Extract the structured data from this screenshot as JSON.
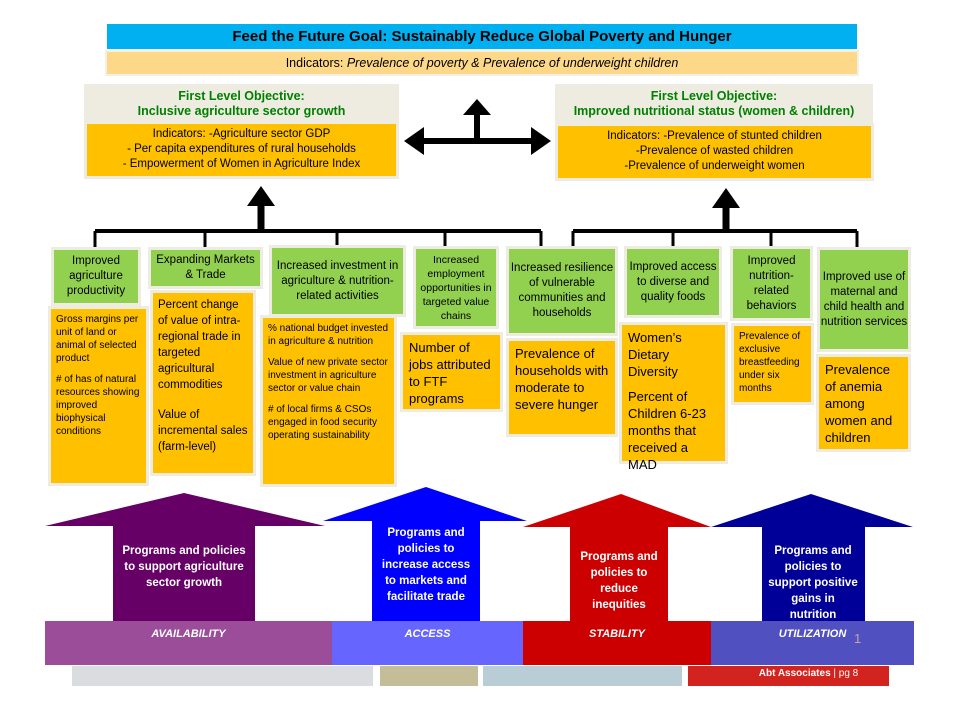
{
  "goal": {
    "title": "Feed the Future Goal: Sustainably Reduce Global Poverty and Hunger",
    "indicators_label": "Indicators:",
    "indicators_text": "Prevalence of poverty & Prevalence of underweight children"
  },
  "objectives": [
    {
      "title": "First Level Objective:",
      "subtitle": "Inclusive agriculture sector growth",
      "indicators": [
        "Indicators:      -Agriculture sector GDP",
        "- Per capita expenditures  of rural households",
        "- Empowerment of Women in Agriculture Index"
      ]
    },
    {
      "title": "First Level Objective:",
      "subtitle": "Improved nutritional status (women & children)",
      "indicators": [
        "Indicators:      -Prevalence of stunted children",
        "-Prevalence of wasted children",
        "-Prevalence of underweight women"
      ]
    }
  ],
  "intermediate_results": [
    {
      "label": "Improved agriculture productivity",
      "indicators": [
        "Gross margins per unit of land or animal of selected product",
        "# of has of natural resources showing improved biophysical conditions"
      ]
    },
    {
      "label": "Expanding Markets & Trade",
      "indicators": [
        "Percent change of value of intra-regional trade in targeted agricultural commodities",
        "Value of incremental sales (farm-level)"
      ]
    },
    {
      "label": "Increased investment in agriculture & nutrition-related activities",
      "indicators": [
        "% national budget invested in agriculture & nutrition",
        "Value of new private sector investment in agriculture sector or value chain",
        "# of local firms & CSOs engaged in food security operating sustainability"
      ]
    },
    {
      "label": "Increased employment opportunities in targeted value chains",
      "indicators": [
        "Number of jobs attributed to FTF programs"
      ]
    },
    {
      "label": "Increased resilience of vulnerable communities and households",
      "indicators": [
        "Prevalence of households with moderate to severe hunger"
      ]
    },
    {
      "label": "Improved access to diverse and quality foods",
      "indicators": [
        "Women’s Dietary Diversity",
        "Percent of Children 6-23 months that received a MAD"
      ]
    },
    {
      "label": "Improved nutrition-related behaviors",
      "indicators": [
        "Prevalence of exclusive breastfeeding under six months"
      ]
    },
    {
      "label": "Improved use of maternal and child health and nutrition services",
      "indicators": [
        "Prevalence of anemia among women and children"
      ]
    }
  ],
  "pillars": [
    {
      "program": "Programs and policies to support agriculture sector growth",
      "band": "AVAILABILITY",
      "arrow_color": "#660066",
      "band_color": "#9b4d9a"
    },
    {
      "program": "Programs and policies to increase access to markets and facilitate trade",
      "band": "ACCESS",
      "arrow_color": "#0000ff",
      "band_color": "#6666ff"
    },
    {
      "program": "Programs and policies to reduce inequities",
      "band": "STABILITY",
      "arrow_color": "#cc0000",
      "band_color": "#cc0000"
    },
    {
      "program": "Programs and policies to support positive gains in nutrition",
      "band": "UTILIZATION",
      "arrow_color": "#000099",
      "band_color": "#5050c0"
    }
  ],
  "page_number": "1",
  "footer": {
    "company": "Abt Associates",
    "page": " | pg 8"
  }
}
